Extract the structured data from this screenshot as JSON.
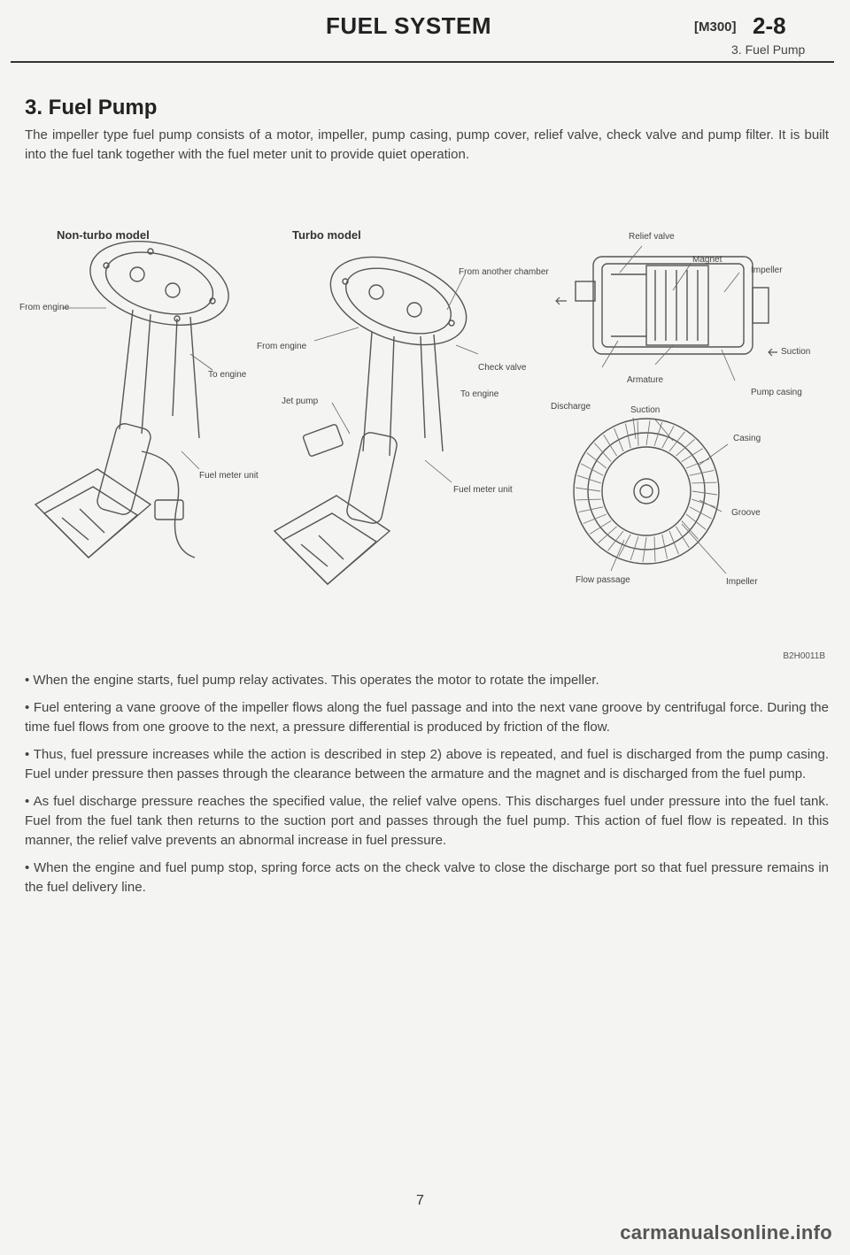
{
  "header": {
    "title": "FUEL SYSTEM",
    "code": "[M300]",
    "page_ref": "2-8",
    "subtitle": "3. Fuel Pump"
  },
  "section_title": "3. Fuel Pump",
  "intro": "The impeller type fuel pump consists of a motor, impeller, pump casing, pump cover, relief valve, check valve and pump filter. It is built into the fuel tank together with the fuel meter unit to provide quiet operation.",
  "figure": {
    "nonturbo_label": "Non-turbo model",
    "turbo_label": "Turbo model",
    "callouts": {
      "from_engine_1": "From engine",
      "to_engine_1": "To engine",
      "fuel_meter_unit_1": "Fuel meter unit",
      "from_another_chamber": "From another chamber",
      "from_engine_2": "From engine",
      "jet_pump": "Jet pump",
      "check_valve": "Check valve",
      "to_engine_2": "To engine",
      "fuel_meter_unit_2": "Fuel meter unit",
      "relief_valve": "Relief valve",
      "magnet": "Magnet",
      "impeller_top": "Impeller",
      "suction_right": "Suction",
      "armature": "Armature",
      "pump_casing": "Pump casing",
      "discharge": "Discharge",
      "suction_bottom": "Suction",
      "casing": "Casing",
      "groove": "Groove",
      "flow_passage": "Flow passage",
      "impeller_bottom": "Impeller"
    },
    "code": "B2H0011B"
  },
  "paragraphs": [
    "• When the engine starts, fuel pump relay activates. This operates the motor to rotate the impeller.",
    "• Fuel entering a vane groove of the impeller flows along the fuel passage and into the next vane groove by centrifugal force. During the time fuel flows from one groove to the next, a pressure differential is produced by friction of the flow.",
    "• Thus, fuel pressure increases while the action is described in step 2) above is repeated, and fuel is discharged from the pump casing. Fuel under pressure then passes through the clearance between the armature and the magnet and is discharged from the fuel pump.",
    "• As fuel discharge pressure reaches the specified value, the relief valve opens. This discharges fuel under pressure into the fuel tank. Fuel from the fuel tank then returns to the suction port and passes through the fuel pump. This action of fuel flow is repeated. In this manner, the relief valve prevents an abnormal increase in fuel pressure.",
    "• When the engine and fuel pump stop, spring force acts on the check valve to close the discharge port so that fuel pressure remains in the fuel delivery line."
  ],
  "page_number": "7",
  "watermark": "carmanualsonline.info"
}
